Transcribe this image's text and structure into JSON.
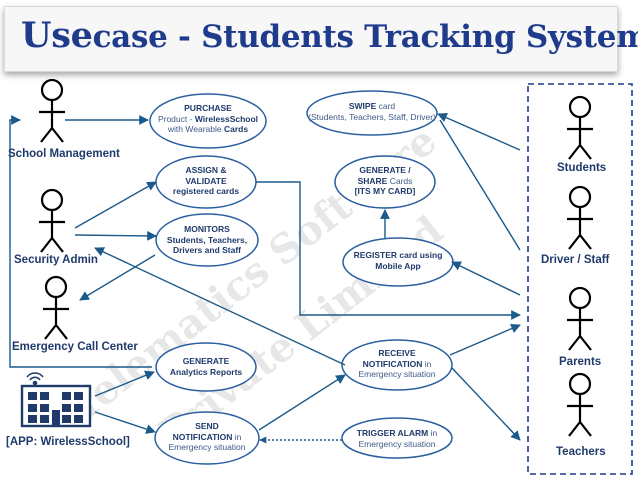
{
  "title": {
    "first": "Use",
    "rest": "case - Students Tracking System"
  },
  "watermark": {
    "line1": "Telematics Software",
    "line2": "Private Limited"
  },
  "actors_left": {
    "school_management": "School Management",
    "security_admin": "Security Admin",
    "emergency_call_center": "Emergency Call Center",
    "app": "[APP: WirelessSchool]"
  },
  "actors_right": {
    "students": "Students",
    "driver_staff": "Driver / Staff",
    "parents": "Parents",
    "teachers": "Teachers"
  },
  "use_cases": {
    "purchase": {
      "l1": "PURCHASE",
      "l2a": "Product  - ",
      "l2b": "WirelessSchool",
      "l3a": "with Wearable ",
      "l3b": "Cards"
    },
    "swipe": {
      "l1a": "SWIPE",
      "l1b": " card",
      "l2": "(Students, Teachers, Staff, Driver)"
    },
    "assign": {
      "l1": "ASSIGN &",
      "l2": "VALIDATE",
      "l3": "registered cards"
    },
    "generate_share": {
      "l1": "GENERATE /",
      "l2a": "SHARE",
      "l2b": " Cards",
      "l3": "[ITS MY CARD]"
    },
    "monitors": {
      "l1": "MONITORS",
      "l2": "Students, Teachers,",
      "l3": "Drivers and Staff"
    },
    "register": {
      "l1": "REGISTER card using",
      "l2": "Mobile App"
    },
    "generate_analytics": {
      "l1": "GENERATE",
      "l2": "Analytics Reports"
    },
    "receive": {
      "l1": "RECEIVE",
      "l2a": "NOTIFICATION",
      "l2b": " in",
      "l3": "Emergency situation"
    },
    "send": {
      "l1": "SEND",
      "l2a": "NOTIFICATION",
      "l2b": " in",
      "l3": "Emergency situation"
    },
    "trigger": {
      "l1a": "TRIGGER ALARM",
      "l1b": " in",
      "l2": "Emergency situation"
    }
  },
  "colors": {
    "title": "#1f3b8c",
    "arrow": "#1b5a8a",
    "ellipse_border": "#2a5fa0",
    "text": "#1f3a6b",
    "actor": "#000000"
  },
  "icons": {
    "app": "building-icon",
    "wifi": "wifi-icon"
  }
}
